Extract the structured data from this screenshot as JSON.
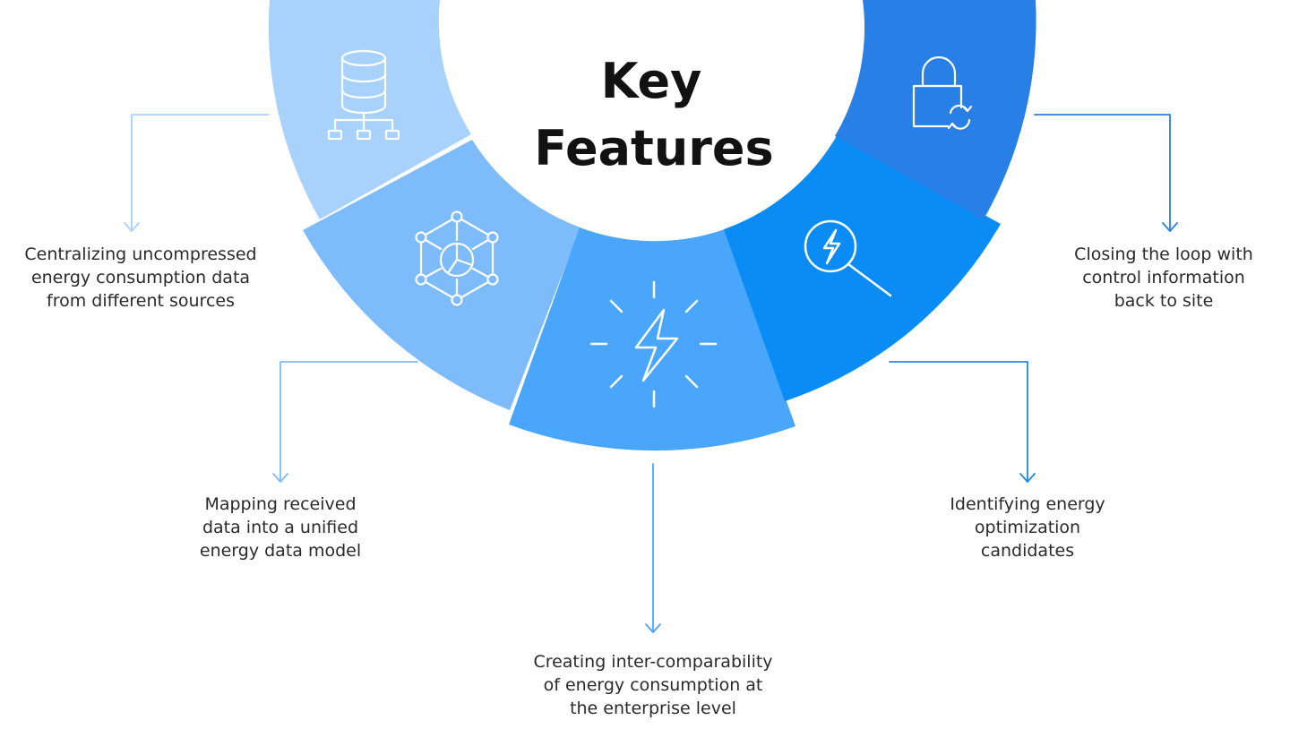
{
  "title": {
    "line1": "Key",
    "line2": "Features"
  },
  "colors": {
    "segment_1": "#a8d1fb",
    "segment_2": "#7dbbfa",
    "segment_3": "#4aa6fb",
    "segment_4": "#0b8cf5",
    "segment_5": "#287fe6",
    "icon_stroke": "#ffffff",
    "text": "#2a2a2a",
    "title_text": "#121212"
  },
  "features": [
    {
      "icon": "database-network-icon",
      "color": "#a8d1fb",
      "line_color": "#a8d1fb",
      "lines": [
        "Centralizing uncompressed",
        "energy consumption data",
        "from different sources"
      ]
    },
    {
      "icon": "data-model-hexagon-icon",
      "color": "#7dbbfa",
      "line_color": "#7dbbfa",
      "lines": [
        "Mapping received",
        "data into a unified",
        "energy data model"
      ]
    },
    {
      "icon": "lightning-bolt-icon",
      "color": "#4aa6fb",
      "line_color": "#4aa6fb",
      "lines": [
        "Creating inter-comparability",
        "of energy consumption at",
        "the enterprise level"
      ]
    },
    {
      "icon": "energy-search-icon",
      "color": "#0b8cf5",
      "line_color": "#1a8cf0",
      "lines": [
        "Identifying energy",
        "optimization",
        "candidates"
      ]
    },
    {
      "icon": "lock-sync-icon",
      "color": "#287fe6",
      "line_color": "#287fe6",
      "lines": [
        "Closing the loop with",
        "control information",
        "back to site"
      ]
    }
  ]
}
